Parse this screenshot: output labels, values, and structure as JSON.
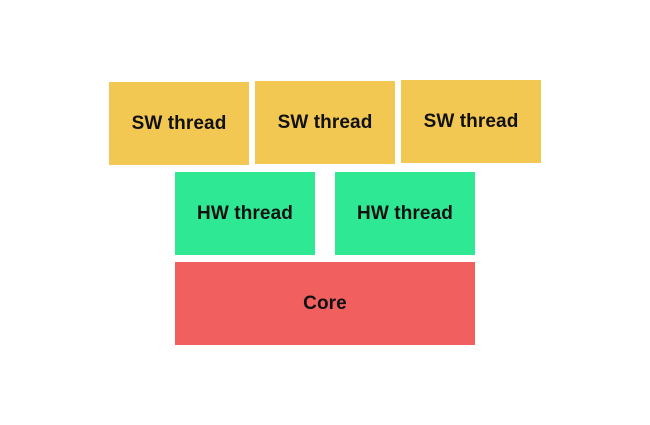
{
  "diagram": {
    "sw_threads": [
      {
        "label": "SW thread"
      },
      {
        "label": "SW thread"
      },
      {
        "label": "SW thread"
      }
    ],
    "hw_threads": [
      {
        "label": "HW thread"
      },
      {
        "label": "HW thread"
      }
    ],
    "core": {
      "label": "Core"
    }
  },
  "colors": {
    "sw_thread": "#f2c752",
    "hw_thread": "#2ee893",
    "core": "#f15f5f",
    "text": "#111111",
    "background": "#ffffff"
  }
}
